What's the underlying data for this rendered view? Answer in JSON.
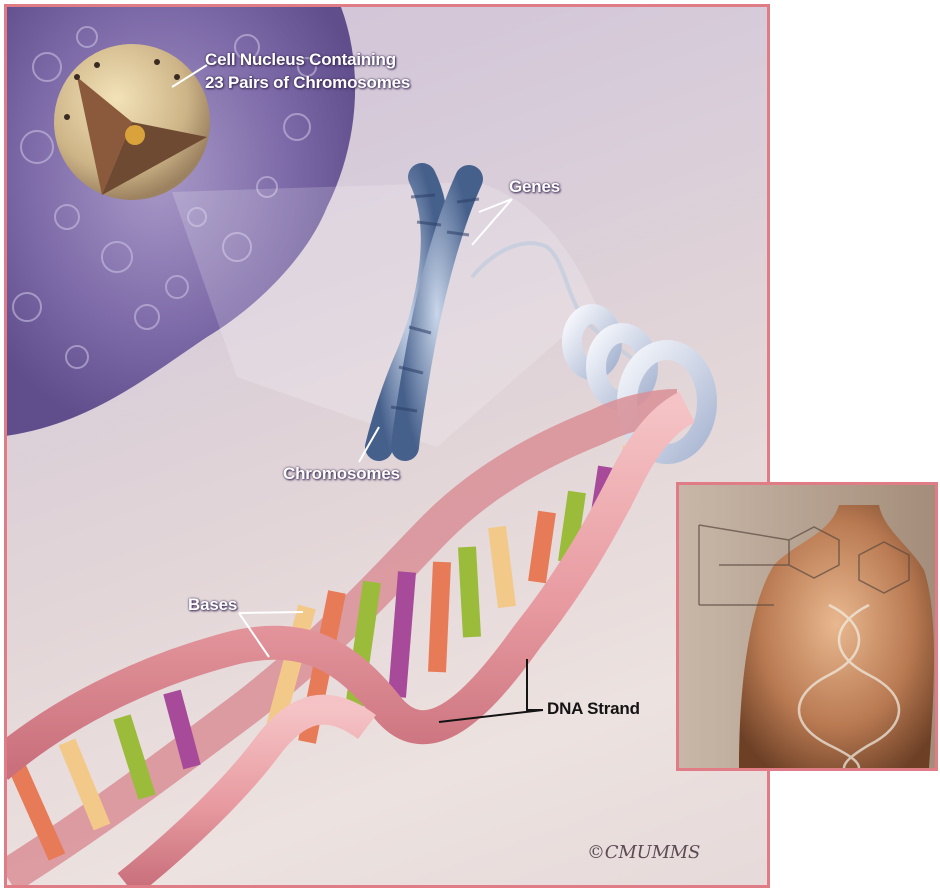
{
  "illustration": {
    "labels": {
      "nucleus_line1": "Cell Nucleus Containing",
      "nucleus_line2": "23 Pairs of Chromosomes",
      "genes": "Genes",
      "chromosomes": "Chromosomes",
      "bases": "Bases",
      "dna_strand": "DNA Strand"
    },
    "signature": "©CMUMMS"
  },
  "colors": {
    "frame_border": "#e07c86",
    "background": "#d8cdd9",
    "ribbon": "#e9a2a6",
    "chromosome": "#7f95b8",
    "base_colors": [
      "#e77b57",
      "#f3c98a",
      "#a84a9a",
      "#9bbb3a"
    ]
  }
}
